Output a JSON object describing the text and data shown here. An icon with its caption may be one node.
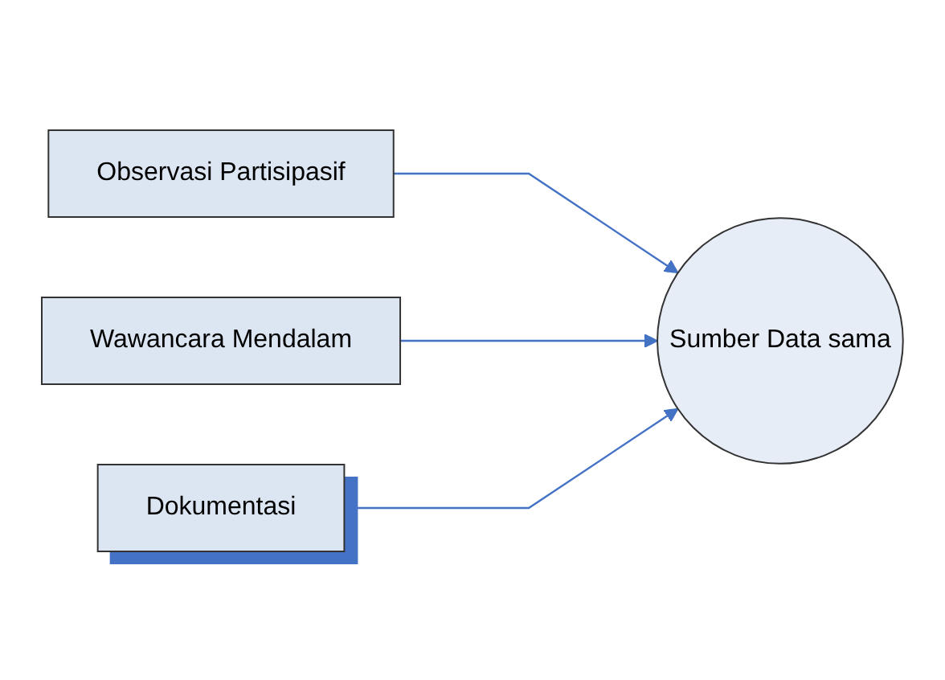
{
  "diagram": {
    "nodes": [
      {
        "text": [
          "Observasi Partisipasif"
        ]
      },
      {
        "text": [
          "Wawancara Mendalam"
        ]
      },
      {
        "text": [
          "Dokumentasi"
        ]
      },
      {
        "text": [
          "Sumber Data sama"
        ]
      }
    ],
    "edges": [
      {
        "from": 0,
        "to": 3,
        "arrow": "to"
      },
      {
        "from": 1,
        "to": 3,
        "arrow": "to"
      },
      {
        "from": 2,
        "to": 3,
        "arrow": "to"
      }
    ]
  }
}
